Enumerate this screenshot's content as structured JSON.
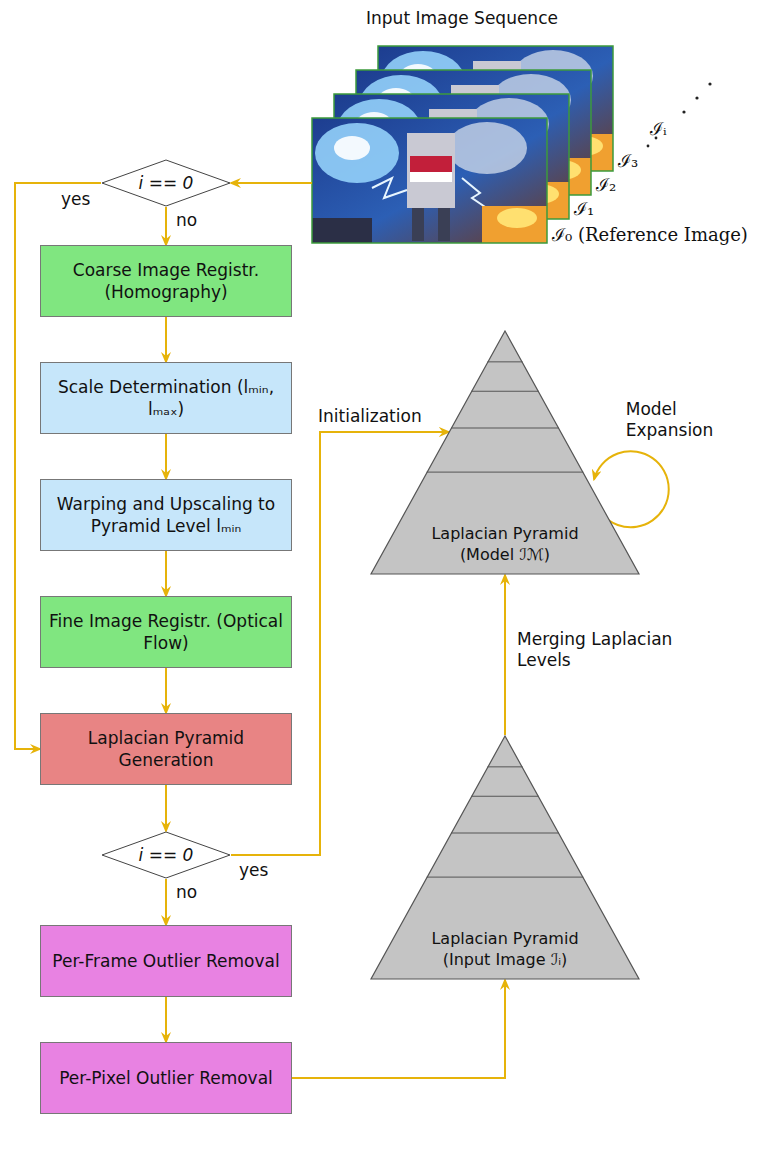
{
  "diagram": {
    "nodes": [
      {
        "text": [
          "Input Image Sequence"
        ]
      },
      {
        "text": [
          "i == 0"
        ]
      },
      {
        "text": [
          "Coarse Image Registr. (Homography)"
        ]
      },
      {
        "text": [
          "Scale Determination (lₘᵢₙ, lₘₐₓ)"
        ]
      },
      {
        "text": [
          "Warping and Upscaling to Pyramid Level lₘᵢₙ"
        ]
      },
      {
        "text": [
          "Fine Image Registr. (Optical Flow)"
        ]
      },
      {
        "text": [
          "Laplacian Pyramid Generation"
        ]
      },
      {
        "text": [
          "i == 0"
        ]
      },
      {
        "text": [
          "Per-Frame Outlier Removal"
        ]
      },
      {
        "text": [
          "Per-Pixel Outlier Removal"
        ]
      },
      {
        "text": [
          "Laplacian Pyramid (Model ℐℳ)"
        ]
      },
      {
        "text": [
          "Laplacian Pyramid (Input Image ℐᵢ)"
        ]
      }
    ],
    "edges": [
      {
        "from": 0,
        "to": 1,
        "arrow": "to"
      },
      {
        "from": 1,
        "to": 2,
        "label": "no",
        "arrow": "to"
      },
      {
        "from": 1,
        "to": 6,
        "label": "yes",
        "arrow": "to"
      },
      {
        "from": 2,
        "to": 3,
        "arrow": "to"
      },
      {
        "from": 3,
        "to": 4,
        "arrow": "to"
      },
      {
        "from": 4,
        "to": 5,
        "arrow": "to"
      },
      {
        "from": 5,
        "to": 6,
        "arrow": "to"
      },
      {
        "from": 6,
        "to": 7,
        "arrow": "to"
      },
      {
        "from": 7,
        "to": 10,
        "label": "yes",
        "arrow": "to"
      },
      {
        "from": 7,
        "to": 8,
        "label": "no",
        "arrow": "to"
      },
      {
        "from": 8,
        "to": 9,
        "arrow": "to"
      },
      {
        "from": 9,
        "to": 11,
        "arrow": "to"
      },
      {
        "from": 11,
        "to": 10,
        "label": "Merging Laplacian Levels",
        "arrow": "to"
      },
      {
        "from": 10,
        "to": 10,
        "label": "Model Expansion",
        "arrow": "to"
      }
    ],
    "labels": [
      "Initialization",
      "ℐ₀ (Reference Image)",
      "ℐ₁",
      "ℐ₂",
      "ℐ₃",
      "ℐᵢ"
    ]
  }
}
